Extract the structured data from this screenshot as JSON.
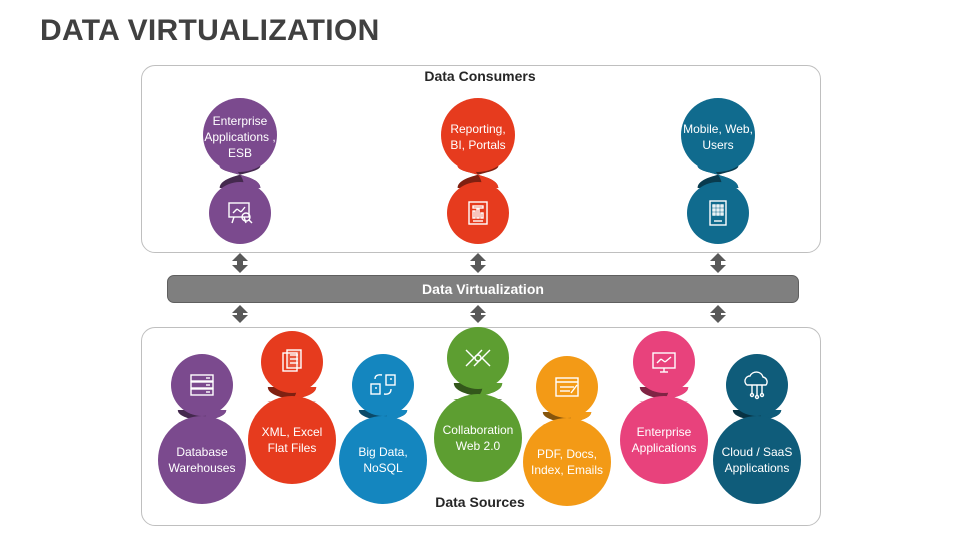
{
  "title": "DATA VIRTUALIZATION",
  "consumers": {
    "label": "Data Consumers",
    "items": [
      {
        "label": "Enterprise Applications , ESB",
        "color": "#7b4a8e",
        "icon": "analytics-presentation-icon"
      },
      {
        "label": "Reporting, BI, Portals",
        "color": "#e63b1e",
        "icon": "report-chart-icon"
      },
      {
        "label": "Mobile, Web, Users",
        "color": "#106b8e",
        "icon": "mobile-device-icon"
      }
    ]
  },
  "virtualization": {
    "label": "Data Virtualization",
    "color": "#7f7f7f"
  },
  "sources": {
    "label": "Data Sources",
    "items": [
      {
        "label": "Database Warehouses",
        "color": "#7b4a8e",
        "icon": "database-server-icon"
      },
      {
        "label": "XML, Excel Flat Files",
        "color": "#e63b1e",
        "icon": "documents-icon"
      },
      {
        "label": "Big Data, NoSQL",
        "color": "#1486bf",
        "icon": "data-transfer-icon"
      },
      {
        "label": "Collaboration Web 2.0",
        "color": "#5d9e31",
        "icon": "handshake-icon"
      },
      {
        "label": "PDF, Docs, Index, Emails",
        "color": "#f39a16",
        "icon": "document-edit-icon"
      },
      {
        "label": "Enterprise Applications",
        "color": "#e8427c",
        "icon": "monitor-chart-icon"
      },
      {
        "label": "Cloud / SaaS Applications",
        "color": "#0f5c7a",
        "icon": "cloud-network-icon"
      }
    ]
  }
}
